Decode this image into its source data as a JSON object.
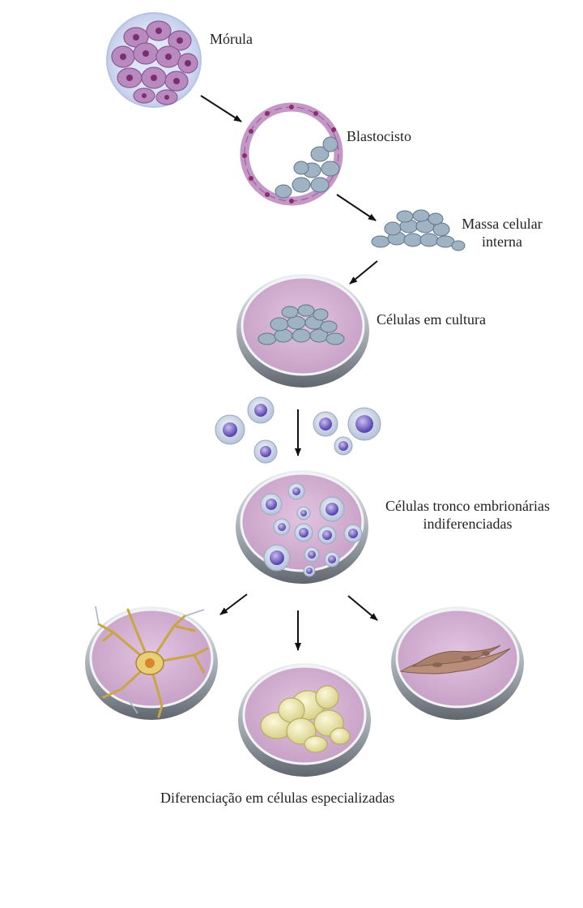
{
  "labels": {
    "morula": "Mórula",
    "blastocyst": "Blastocisto",
    "icm_line1": "Massa celular",
    "icm_line2": "interna",
    "culture": "Células em cultura",
    "stem_line1": "Células tronco embrionárias",
    "stem_line2": "indiferenciadas",
    "differentiation": "Diferenciação em células especializadas"
  },
  "colors": {
    "morula_cell": "#b98ac0",
    "nucleus": "#7a2f6e",
    "icm_cell": "#9fb3c4",
    "dish_medium": "#d8b6d6",
    "dish_rim": "#9aa1a8",
    "stem_cell": "#d7dff0",
    "stem_nucleus": "#7d6bc4",
    "neuron": "#c9a642",
    "fat_cell": "#ece7a8",
    "muscle_cell": "#b98f7c",
    "arrow": "#111111"
  }
}
